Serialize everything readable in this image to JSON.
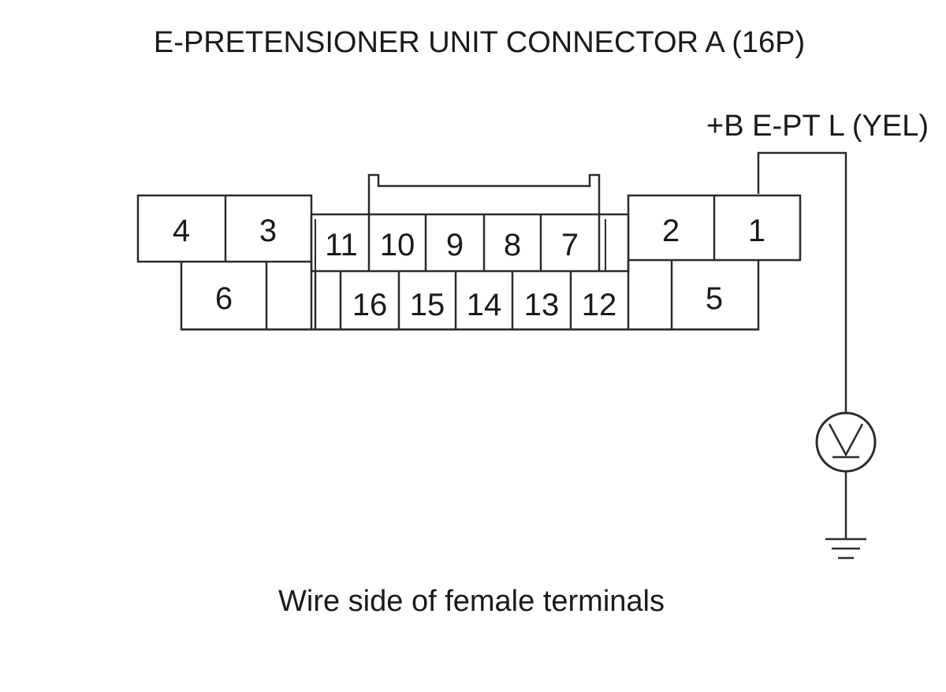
{
  "diagram": {
    "title": "E-PRETENSIONER UNIT CONNECTOR A (16P)",
    "wire_label": "+B E-PT L (YEL)",
    "caption": "Wire side of female terminals",
    "measured_terminal": "1",
    "meter": "voltmeter-icon",
    "reference": "ground-icon",
    "connector": {
      "upper_row": [
        "4",
        "3",
        "11",
        "10",
        "9",
        "8",
        "7",
        "2",
        "1"
      ],
      "lower_row": [
        "6",
        "16",
        "15",
        "14",
        "13",
        "12",
        "5"
      ]
    }
  }
}
